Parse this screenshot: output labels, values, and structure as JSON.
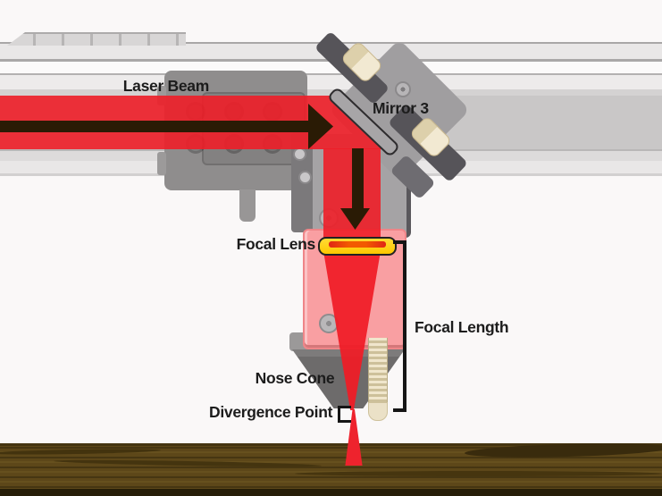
{
  "diagram": {
    "labels": {
      "laser_beam": "Laser Beam",
      "mirror": "Mirror 3",
      "focal_lens": "Focal Lens",
      "focal_length": "Focal Length",
      "nose_cone": "Nose Cone",
      "divergence_point": "Divergence Point"
    },
    "colors": {
      "background": "#faf8f8",
      "beam_red": "#ee232d",
      "arrow_dark": "#2a1b05",
      "lens_yellow": "#fed000",
      "lens_hot_stripe": "#f25a00",
      "mirror_gray": "#a7a5a7",
      "mount_dark": "#565459",
      "rail_light": "#e9e7e7",
      "rail_mid": "#c9c7c7",
      "carriage_gray": "#8f8d8d",
      "lens_holder_pink": "#f99fa2",
      "brass_knob": "#f2e9d2",
      "nose_cone_gray": "#6d6b6b",
      "threaded_rod_cream": "#ebe1c7",
      "wood_brown": "#5d4719",
      "wood_grain_dark": "#392b0d",
      "text": "#1c1c1c"
    }
  }
}
